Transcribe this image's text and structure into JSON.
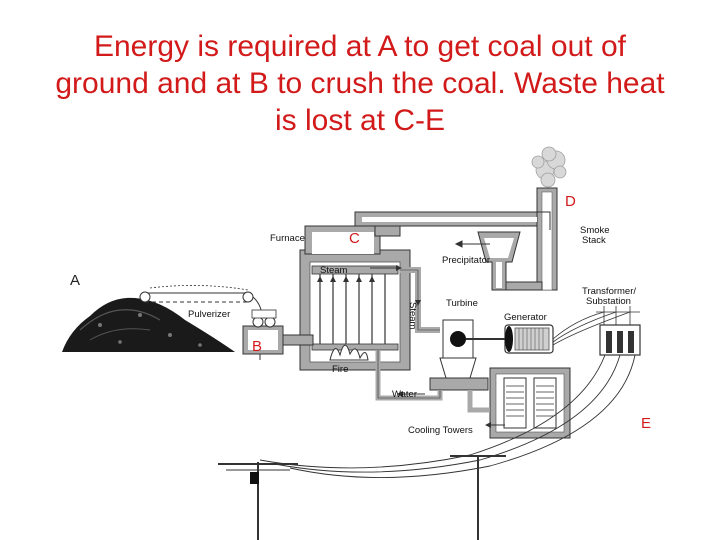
{
  "title": {
    "line1": "Energy is required at A to get coal out of",
    "line2": "ground and at B to crush the coal.  Waste heat",
    "line3": "is lost at C-E"
  },
  "markers": {
    "a": "A",
    "b": "B",
    "c": "C",
    "d": "D",
    "e": "E"
  },
  "labels": {
    "furnace": "Furnace",
    "smoke_stack_1": "Smoke",
    "smoke_stack_2": "Stack",
    "precipitator": "Precipitator",
    "steam_top": "Steam",
    "steam_side": "Steam",
    "turbine": "Turbine",
    "transformer_1": "Transformer/",
    "transformer_2": "Substation",
    "generator": "Generator",
    "pulverizer": "Pulverizer",
    "fire": "Fire",
    "water": "Water",
    "cooling_towers": "Cooling Towers"
  },
  "colors": {
    "title": "#d21a1a",
    "marker_red": "#d21a1a",
    "marker_black": "#222222",
    "pipe": "#9a9a9a",
    "line": "#333333"
  }
}
